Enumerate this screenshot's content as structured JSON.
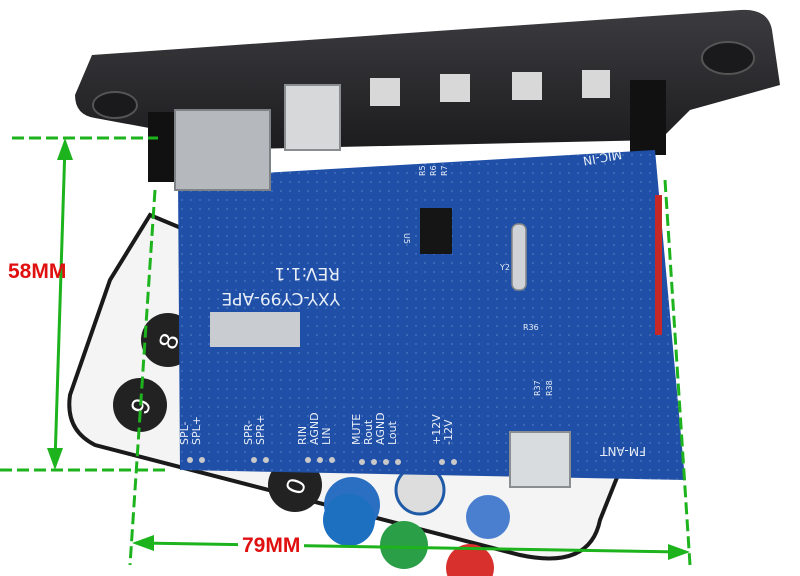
{
  "dimensions": {
    "height_label": "58MM",
    "width_label": "79MM"
  },
  "board": {
    "revision": "REV:1.1",
    "model": "YXY-CY99-APE",
    "mic_label": "MIC-IN",
    "fm_label": "FM-ANT",
    "header_labels": [
      "SPL-",
      "SPL+",
      "SPR-",
      "SPR+",
      "RIN",
      "AGND",
      "LIN",
      "MUTE",
      "Rout",
      "AGND",
      "Lout",
      "+12V",
      "-12V"
    ],
    "component_labels": [
      "R5",
      "R6",
      "R7",
      "U5",
      "Y2",
      "R36",
      "R37",
      "R38"
    ]
  },
  "remote": {
    "digits": [
      "8",
      "9",
      "0"
    ]
  },
  "colors": {
    "dimension_line": "#1db31d",
    "dimension_text": "#e01010",
    "pcb": "#1f4fa6",
    "bezel": "#2a2a2c"
  }
}
